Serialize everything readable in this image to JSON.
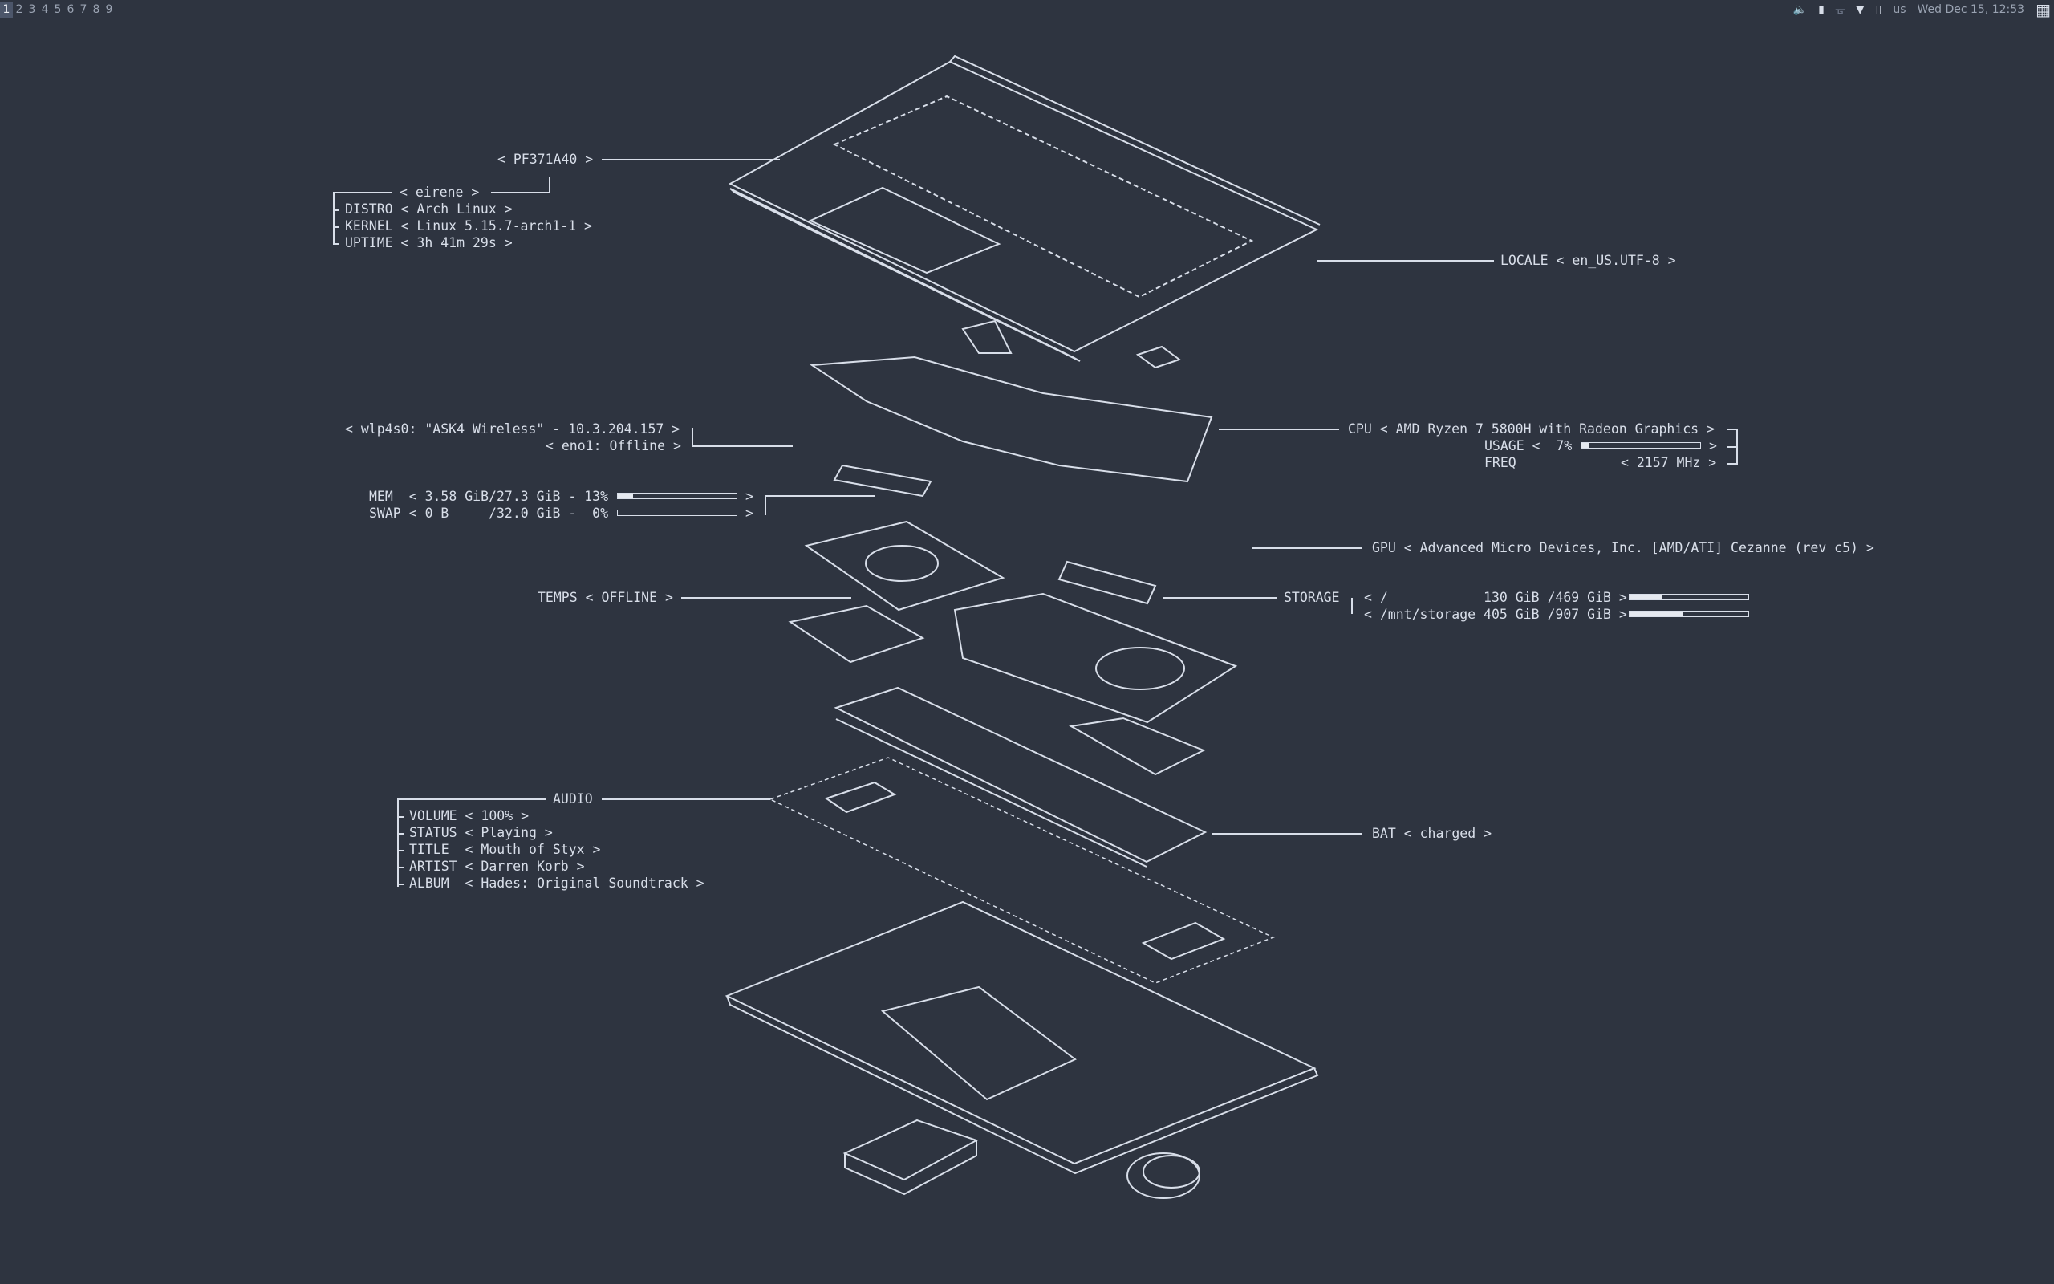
{
  "topbar": {
    "workspaces": [
      "1",
      "2",
      "3",
      "4",
      "5",
      "6",
      "7",
      "8",
      "9"
    ],
    "active_workspace": "1",
    "tray": {
      "icons": [
        "volume-icon",
        "battery-charging-icon",
        "bluetooth-icon",
        "wifi-icon",
        "phone-icon"
      ],
      "keyboard_layout": "us",
      "clock": "Wed Dec 15, 12:53"
    }
  },
  "host": {
    "model": "PF371A40",
    "hostname": "eirene",
    "rows": [
      {
        "label": "DISTRO",
        "value": "Arch Linux"
      },
      {
        "label": "KERNEL",
        "value": "Linux 5.15.7-arch1-1"
      },
      {
        "label": "UPTIME",
        "value": "3h 41m 29s"
      }
    ]
  },
  "locale": {
    "label": "LOCALE",
    "value": "en_US.UTF-8"
  },
  "network": {
    "wifi": "wlp4s0: \"ASK4 Wireless\" - 10.3.204.157",
    "eth": "eno1: Offline"
  },
  "memory": {
    "mem_label": "MEM ",
    "mem_text": "3.58 GiB/27.3 GiB - 13%",
    "mem_percent": 13,
    "swap_label": "SWAP",
    "swap_text": "0 B     /32.0 GiB -  0%",
    "swap_percent": 0
  },
  "cpu": {
    "label": "CPU",
    "value": "AMD Ryzen 7 5800H with Radeon Graphics",
    "usage_label": "USAGE",
    "usage_text": " 7%",
    "usage_percent": 7,
    "freq_label": "FREQ",
    "freq_value": "2157 MHz"
  },
  "gpu": {
    "label": "GPU",
    "value": "Advanced Micro Devices, Inc. [AMD/ATI] Cezanne (rev c5)"
  },
  "temps": {
    "label": "TEMPS",
    "value": "OFFLINE"
  },
  "storage": {
    "label": "STORAGE",
    "mounts": [
      {
        "text": "/            130 GiB /469 GiB",
        "percent": 27.7
      },
      {
        "text": "/mnt/storage 405 GiB /907 GiB",
        "percent": 44.7
      }
    ]
  },
  "audio": {
    "label": "AUDIO",
    "rows": [
      {
        "label": "VOLUME",
        "value": "100%"
      },
      {
        "label": "STATUS",
        "value": "Playing"
      },
      {
        "label": "TITLE ",
        "value": "Mouth of Styx"
      },
      {
        "label": "ARTIST",
        "value": "Darren Korb"
      },
      {
        "label": "ALBUM ",
        "value": "Hades: Original Soundtrack"
      }
    ]
  },
  "battery": {
    "label": "BAT",
    "value": "charged"
  },
  "colors": {
    "background": "#2e3440",
    "foreground": "#d8dee9"
  }
}
